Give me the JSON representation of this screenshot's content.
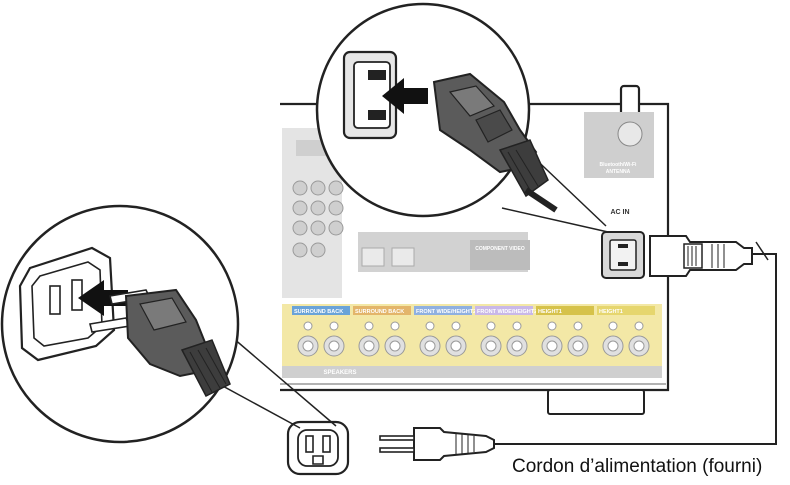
{
  "receiver": {
    "bluetooth_label": "Bluetooth/Wi-Fi",
    "antenna_label": "ANTENNA",
    "ac_in_label": "AC IN",
    "speakers_label": "SPEAKERS",
    "component_video_label": "COMPONENT VIDEO",
    "speaker_terminals": [
      {
        "label": "SURROUND BACK",
        "color": "#6aa3d8"
      },
      {
        "label": "SURROUND BACK",
        "color": "#e3b56a"
      },
      {
        "label": "FRONT WIDE/HEIGHT2",
        "color": "#8fb0e0"
      },
      {
        "label": "FRONT WIDE/HEIGHT2",
        "color": "#c9b8e8"
      },
      {
        "label": "HEIGHT1",
        "color": "#d6c24a"
      },
      {
        "label": "HEIGHT1",
        "color": "#e6d66e"
      }
    ]
  },
  "caption": "Cordon d’alimentation (fourni)",
  "colors": {
    "line": "#222222",
    "panel": "#d9d9d9",
    "panel_dark": "#bdbdbd",
    "plug": "#5b5b5b",
    "plug_dark": "#3d3d3d",
    "speaker_strip": "#f3e8a6"
  }
}
